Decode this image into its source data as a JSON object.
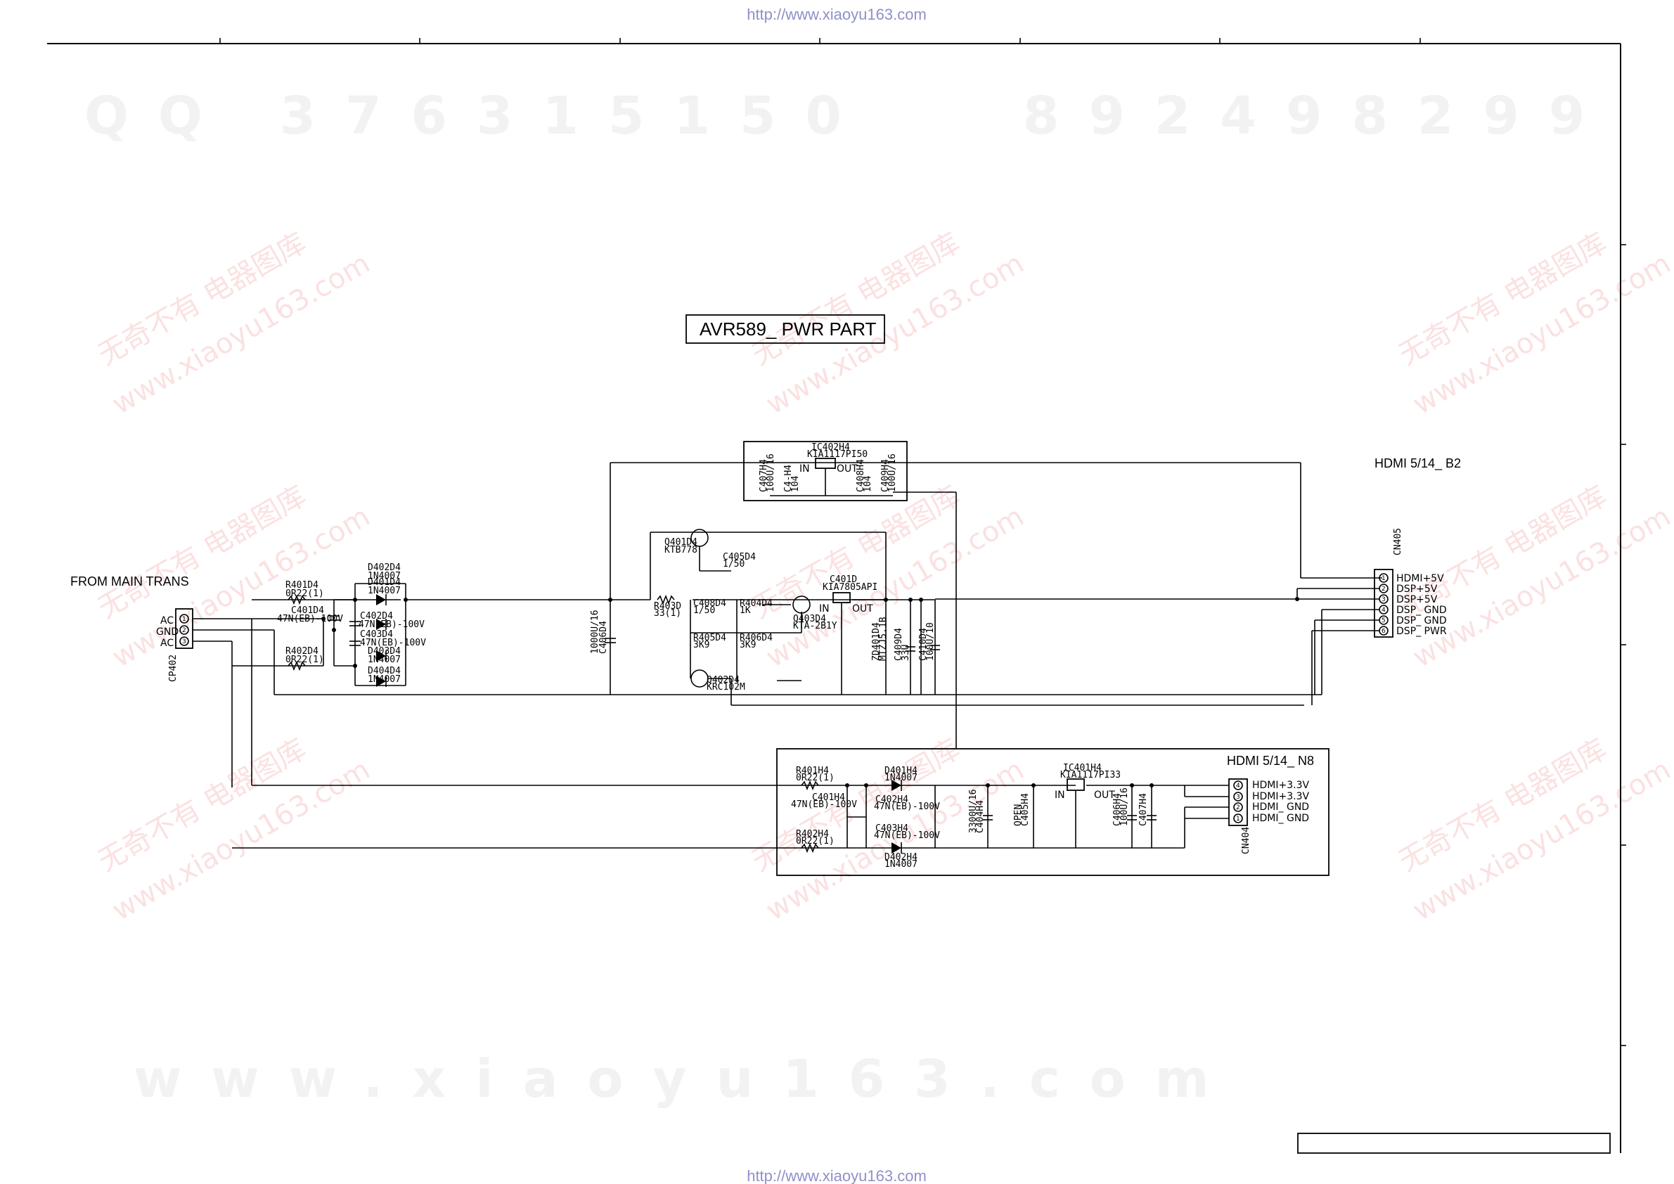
{
  "header": {
    "url_top": "http://www.xiaoyu163.com",
    "url_bottom": "http://www.xiaoyu163.com"
  },
  "watermarks": {
    "qq_left": "QQ 376315150",
    "qq_right": "892498299",
    "site": "www.xiaoyu163.com",
    "cn_brand": "无奇不有 电器图库",
    "cn_site": "www.xiaoyu163.com"
  },
  "diagram": {
    "title": "AVR589_ PWR PART",
    "input_label": "FROM MAIN TRANS",
    "cp402": {
      "ref": "CP402",
      "pins": [
        "AC",
        "GND",
        "AC"
      ],
      "pin_numbers": [
        "1",
        "2",
        "3"
      ]
    },
    "upper_rectifier": {
      "r401": [
        "R401D4",
        "0R22(1)"
      ],
      "r402": [
        "R402D4",
        "0R22(1)"
      ],
      "c401": [
        "C401D4",
        "47N(EB)-100V"
      ],
      "c402": [
        "C402D4",
        "47N(EB)-100V"
      ],
      "c403": [
        "C403D4",
        "47N(EB)-100V"
      ],
      "d402": [
        "D402D4",
        "1N4007"
      ],
      "d401": [
        "D401D4",
        "1N4007"
      ],
      "d403": [
        "D403D4",
        "1N4007"
      ],
      "d404": [
        "D404D4",
        "1N4007"
      ]
    },
    "main_cap": [
      "1000U/16",
      "C406D4"
    ],
    "regulator_5v": {
      "ref": "C401D",
      "part": "KIA7805API",
      "in": "IN",
      "out": "OUT",
      "q401": [
        "Q401D4",
        "KTB778"
      ],
      "q403": [
        "Q403D4",
        "KTA-2B1Y"
      ],
      "q402": [
        "Q402D4",
        "KRC102M"
      ],
      "c405": [
        "C405D4",
        "1/50"
      ],
      "c408": [
        "C408D4",
        "1/50"
      ],
      "r403": [
        "R403D",
        "33(1)"
      ],
      "r404": [
        "R404D4",
        "1K"
      ],
      "r405": [
        "R405D4",
        "3K9"
      ],
      "r406": [
        "R406D4",
        "3K9"
      ],
      "zd": [
        "ZD401D4",
        "MTZJ5.1B"
      ],
      "c409": [
        "C409D4",
        "33U"
      ],
      "c410": [
        "C410D4",
        "100U/10"
      ]
    },
    "regulator_top": {
      "ref": "IC402H4",
      "part": "KIA1117PI50",
      "in": "IN",
      "out": "OUT",
      "caps": [
        "C407H4",
        "100U/16",
        "C4-H4",
        "104",
        "C408H4",
        "104",
        "C409H4",
        "100U/16"
      ]
    },
    "hdmi_b2": {
      "title": "HDMI 5/14_ B2",
      "ref": "CN405",
      "pins": [
        "HDMI+5V",
        "DSP+5V",
        "DSP+5V",
        "DSP_ GND",
        "DSP_ GND",
        "DSP_ PWR"
      ],
      "pin_numbers": [
        "1",
        "2",
        "3",
        "4",
        "5",
        "6"
      ]
    },
    "hdmi_n8": {
      "title": "HDMI 5/14_ N8",
      "ref": "CN404",
      "regulator": [
        "IC401H4",
        "KIA1117PI33"
      ],
      "in": "IN",
      "out": "OUT",
      "pins": [
        "HDMI+3.3V",
        "HDMI+3.3V",
        "HDMI_ GND",
        "HDMI_ GND"
      ],
      "pin_numbers": [
        "4",
        "3",
        "2",
        "1"
      ],
      "r401": [
        "R401H4",
        "0R22(1)"
      ],
      "r402": [
        "R402H4",
        "0R22(1)"
      ],
      "c401": [
        "C401H4",
        "47N(EB)-100V"
      ],
      "c402": [
        "C402H4",
        "47N(EB)-100V"
      ],
      "c403": [
        "C403H4",
        "47N(EB)-100V"
      ],
      "d401": [
        "D401H4",
        "1N4007"
      ],
      "d402": [
        "D402H4",
        "1N4007"
      ],
      "c404": [
        "3300U/16",
        "C404H4"
      ],
      "c405": [
        "OPEN",
        "C405H4"
      ],
      "c406": [
        "C406H4",
        "100U/16"
      ],
      "c407": [
        "C407H4"
      ]
    }
  }
}
